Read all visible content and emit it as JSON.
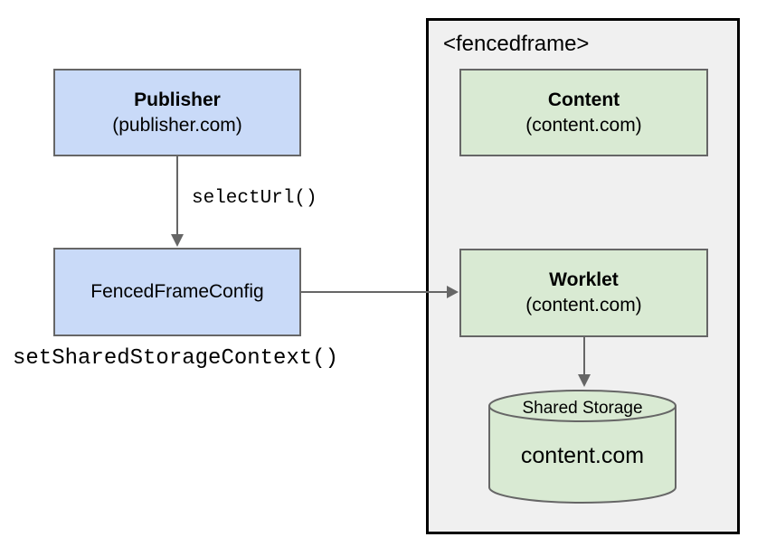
{
  "diagram": {
    "publisher": {
      "title": "Publisher",
      "subtitle": "(publisher.com)"
    },
    "fenced_frame_config": {
      "title": "FencedFrameConfig"
    },
    "labels": {
      "select_url": "selectUrl()",
      "set_shared_storage_context": "setSharedStorageContext()"
    },
    "fencedframe": {
      "label": "<fencedframe>",
      "content": {
        "title": "Content",
        "subtitle": "(content.com)"
      },
      "worklet": {
        "title": "Worklet",
        "subtitle": "(content.com)"
      },
      "shared_storage": {
        "title": "Shared Storage",
        "subtitle": "content.com"
      }
    },
    "colors": {
      "box_blue": "#c9daf8",
      "box_green": "#d9ead3",
      "frame_bg": "#f0f0f0",
      "box_border": "#666666",
      "frame_border": "#000000",
      "arrow": "#666666",
      "text": "#000000"
    }
  }
}
